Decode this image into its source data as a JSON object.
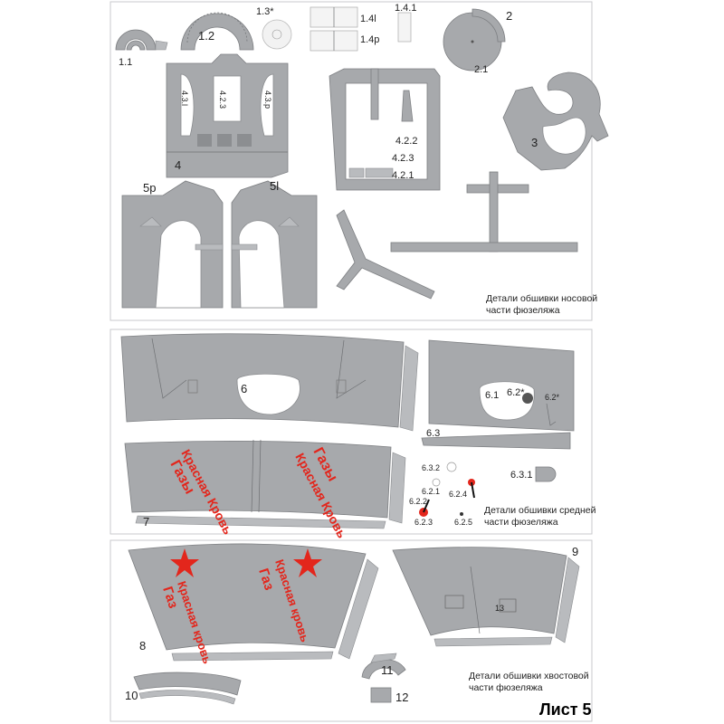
{
  "labels": {
    "p1_1": "1.1",
    "p1_2": "1.2",
    "p1_3": "1.3*",
    "p1_4l": "1.4l",
    "p1_4p": "1.4p",
    "p1_4_1": "1.4.1",
    "p2": "2",
    "p2_1": "2.1",
    "p3": "3",
    "p4": "4",
    "p4_3l": "4.3.l",
    "p4_3_1": "4.2.3",
    "p4_3p": "4.3.p",
    "p4_2_2": "4.2.2",
    "p4_2_3": "4.2.3",
    "p4_2_1": "4.2.1",
    "p5p": "5p",
    "p5l": "5l",
    "p6": "6",
    "p6_1": "6.1",
    "p6_2s": "6.2*",
    "p6_2s_small": "6.2*",
    "p6_3": "6.3",
    "p6_3_1": "6.3.1",
    "p6_3_2": "6.3.2",
    "p6_2_1": "6.2.1",
    "p6_2_2": "6.2.2",
    "p6_2_3": "6.2.3",
    "p6_2_4": "6.2.4",
    "p6_2_5": "6.2.5",
    "p7": "7",
    "p8": "8",
    "p9": "9",
    "p10": "10",
    "p11": "11",
    "p12": "12",
    "p13": "13"
  },
  "captions": {
    "nose_line1": "Детали обшивки носовой",
    "nose_line2": "части фюзеляжа",
    "mid_line1": "Детали обшивки средней",
    "mid_line2": "части фюзеляжа",
    "tail_line1": "Детали обшивки хвостовой",
    "tail_line2": "части фюзеляжа"
  },
  "sheet_label": "Лист 5",
  "slogans": {
    "a_line1": "Красная Кровь",
    "a_line2": "Газы",
    "b_line1": "Красная Кровь",
    "b_line2": "Газы",
    "c_line1": "Красная кровь",
    "c_line2": "Газ",
    "d_line1": "Красная кровь",
    "d_line2": "Газ"
  },
  "colors": {
    "part_fill": "#a7a9ac",
    "decal_red": "#e3261c",
    "background": "#ffffff"
  }
}
